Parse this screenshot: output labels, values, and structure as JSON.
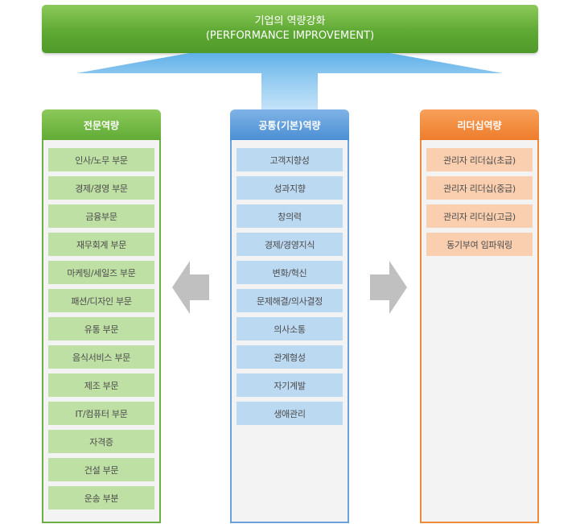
{
  "header": {
    "title_ko": "기업의 역량강화",
    "title_en": "(PERFORMANCE IMPROVEMENT)"
  },
  "columns": [
    {
      "title": "전문역량",
      "color": "#6cb043",
      "items": [
        "인사/노무 부문",
        "경제/경영 부문",
        "금융부문",
        "재무회계 부문",
        "마케팅/세일즈 부문",
        "패션/디자인 부문",
        "유통 부문",
        "음식서비스 부문",
        "제조 부문",
        "IT/컴퓨터 부문",
        "자격증",
        "건설 부문",
        "운송 부분"
      ]
    },
    {
      "title": "공통(기본)역량",
      "color": "#5b9bd5",
      "items": [
        "고객지향성",
        "성과지향",
        "창의력",
        "경제/경영지식",
        "변화/혁신",
        "문제해결/의사결정",
        "의사소통",
        "관계형성",
        "자기계발",
        "생애관리"
      ]
    },
    {
      "title": "리더십역량",
      "color": "#ed7d31",
      "items": [
        "관리자 리더십(초급)",
        "관리자 리더십(중급)",
        "관리자 리더십(고급)",
        "동기부여 임파워링"
      ]
    }
  ],
  "icons": {
    "left_arrow": "arrow-left-icon",
    "right_arrow": "arrow-right-icon",
    "arrow_color": "#c0c0c0"
  }
}
